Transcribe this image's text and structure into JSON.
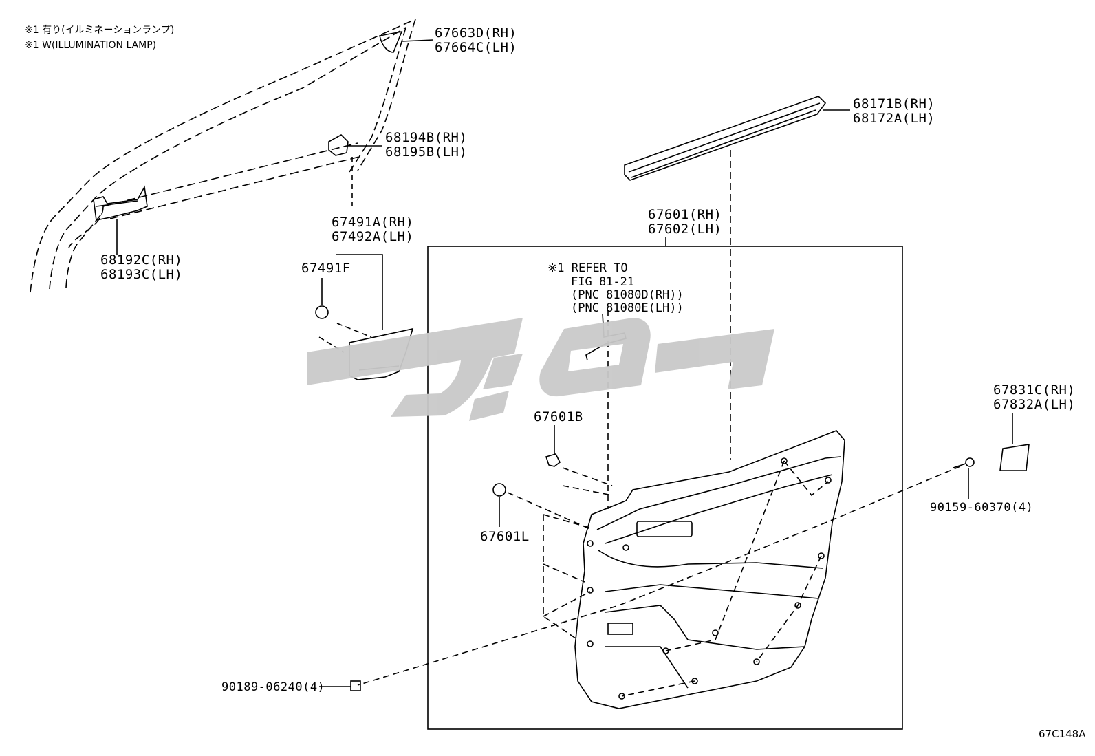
{
  "notes": {
    "line1": "※1 有り(イルミネーションランプ)",
    "line2": "※1 W(ILLUMINATION LAMP)"
  },
  "parts": {
    "p67663": {
      "rh": "67663D(RH)",
      "lh": "67664C(LH)"
    },
    "p68194": {
      "rh": "68194B(RH)",
      "lh": "68195B(LH)"
    },
    "p68192": {
      "rh": "68192C(RH)",
      "lh": "68193C(LH)"
    },
    "p67491ab": {
      "rh": "67491A(RH)",
      "lh": "67492A(LH)"
    },
    "p67491f": "67491F",
    "p68171": {
      "rh": "68171B(RH)",
      "lh": "68172A(LH)"
    },
    "p67601": {
      "rh": "67601(RH)",
      "lh": "67602(LH)"
    },
    "p67601b": "67601B",
    "p67601l": "67601L",
    "p67831": {
      "rh": "67831C(RH)",
      "lh": "67832A(LH)"
    },
    "p90159": "90159-60370(4)",
    "p90189": "90189-06240(4)"
  },
  "reference": {
    "line1": "※1 REFER TO",
    "line2": "FIG 81-21",
    "line3": "(PNC 81080D(RH))",
    "line4": "(PNC 81080E(LH))"
  },
  "figure_code": "67C148A",
  "watermark_color": "#c8c8c8"
}
